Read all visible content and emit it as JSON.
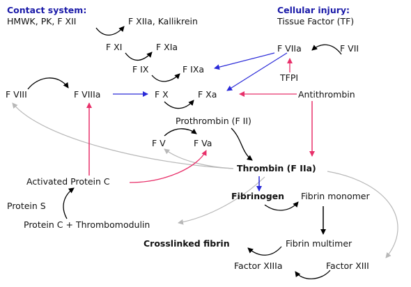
{
  "headings": {
    "contact": "Contact system:",
    "cellular": "Cellular injury:"
  },
  "nodes": {
    "hmwk": "HMWK, PK, F XII",
    "f12a": "F XIIa, Kallikrein",
    "tf": "Tissue Factor (TF)",
    "f11": "F XI",
    "f11a": "F XIa",
    "f7a": "F VIIa",
    "f7": "F VII",
    "f9": "F IX",
    "f9a": "F IXa",
    "tfpi": "TFPI",
    "f8": "F VIII",
    "f8a": "F VIIIa",
    "f10": "F X",
    "f10a": "F Xa",
    "at": "Antithrombin",
    "prothrombin": "Prothrombin (F II)",
    "f5": "F V",
    "f5a": "F Va",
    "thrombin": "Thrombin (F IIa)",
    "apc": "Activated Protein C",
    "fibrinogen": "Fibrinogen",
    "fmono": "Fibrin monomer",
    "protS": "Protein S",
    "protC": "Protein C + Thrombomodulin",
    "crosslinked": "Crosslinked fibrin",
    "fmulti": "Fibrin multimer",
    "f13a": "Factor XIIIa",
    "f13": "Factor XIII"
  },
  "colors": {
    "activation": "#000000",
    "feedback": "#b8b8b8",
    "inhibition": "#e8306a",
    "catalysis": "#2a2ad8",
    "heading": "#1a1aa8"
  }
}
